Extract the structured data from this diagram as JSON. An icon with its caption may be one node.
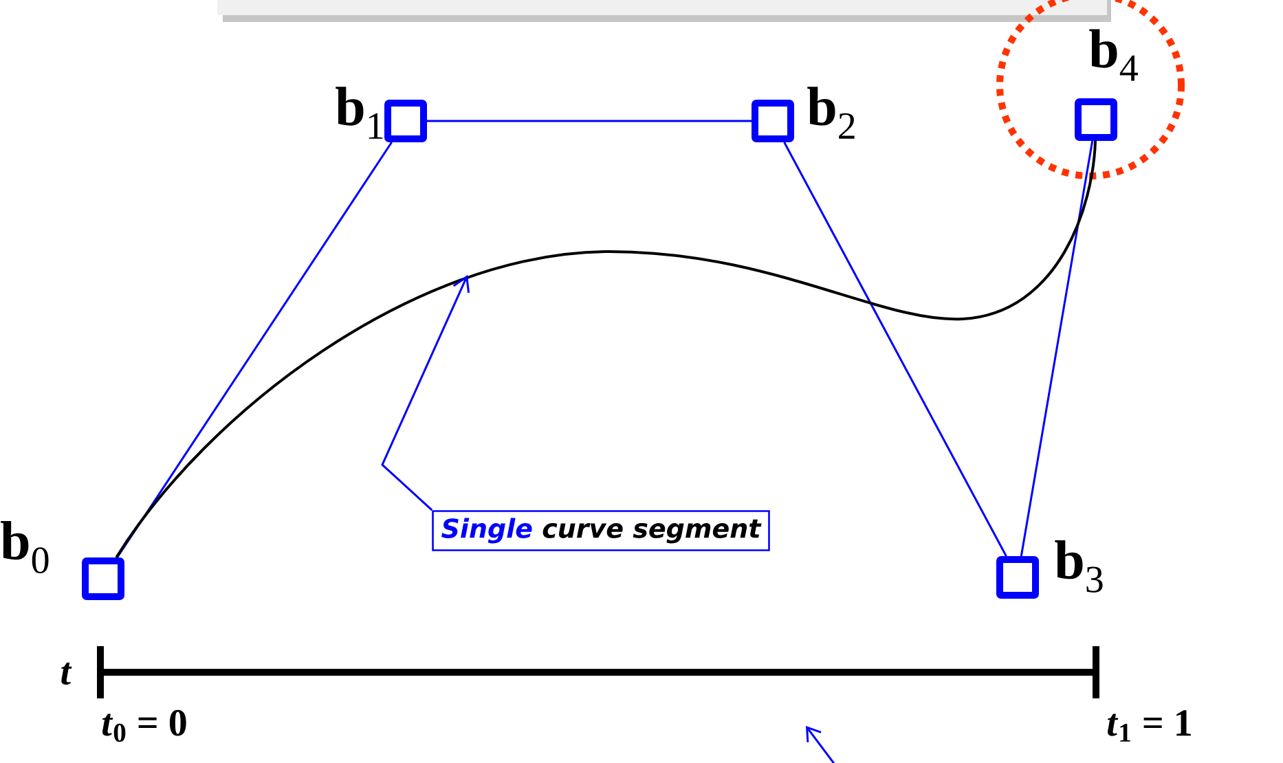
{
  "diagram": {
    "nodes": [
      {
        "text": [],
        "shape": "box",
        "beside": [
          "**b**$_{0}$"
        ]
      },
      {
        "text": [],
        "shape": "box",
        "beside": [
          "**b**$_{1}$"
        ]
      },
      {
        "text": [],
        "shape": "box",
        "beside": [
          "**b**$_{2}$"
        ]
      },
      {
        "text": [],
        "shape": "box",
        "beside": [
          "**b**$_{3}$"
        ]
      },
      {
        "text": [],
        "shape": "circle"
      },
      {
        "text": [],
        "shape": "box",
        "beside": [
          "**b**$_{4}$"
        ],
        "in": 4
      },
      {
        "text": [
          "Single",
          "curve segment"
        ]
      }
    ],
    "edges": [
      {
        "from": 0,
        "to": 1,
        "arrow": "none"
      },
      {
        "from": 1,
        "to": 2,
        "arrow": "none"
      },
      {
        "from": 2,
        "to": 3,
        "arrow": "none"
      },
      {
        "from": 3,
        "to": 5,
        "arrow": "none"
      },
      {
        "from": 0,
        "to": 5,
        "arrow": "none",
        "color": "#000000"
      },
      {
        "from": 6,
        "to": null,
        "arrow": "to"
      }
    ],
    "labels": [
      "*t*",
      "*t*$_{0}$ = 0",
      "*t*$_{1}$ = 1"
    ]
  }
}
